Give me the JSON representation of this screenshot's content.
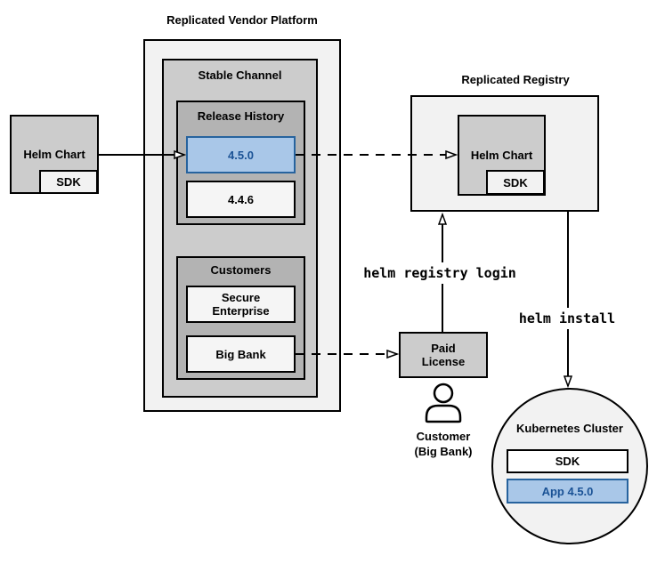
{
  "platform": {
    "title": "Replicated Vendor Platform",
    "stable_channel": {
      "label": "Stable Channel"
    },
    "release_history": {
      "label": "Release History",
      "releases": [
        {
          "version": "4.5.0",
          "highlighted": true
        },
        {
          "version": "4.4.6",
          "highlighted": false
        }
      ]
    },
    "customers": {
      "label": "Customers",
      "items": [
        {
          "lines": [
            "Secure",
            "Enterprise"
          ]
        },
        {
          "lines": [
            "Big Bank",
            ""
          ]
        }
      ]
    }
  },
  "source_chart": {
    "label": "Helm Chart",
    "sdk_label": "SDK"
  },
  "registry": {
    "title": "Replicated Registry",
    "helm_chart_label": "Helm Chart",
    "sdk_label": "SDK"
  },
  "paid_license": {
    "lines": [
      "Paid",
      "License"
    ]
  },
  "customer": {
    "lines": [
      "Customer",
      "(Big Bank)"
    ],
    "icon": "person-icon"
  },
  "kubernetes": {
    "title": "Kubernetes Cluster",
    "sdk_label": "SDK",
    "app_label": "App 4.5.0"
  },
  "commands": {
    "registry_login": "helm registry login",
    "install": "helm install"
  },
  "colors": {
    "highlight_fill": "#a9c7e8",
    "highlight_border": "#27639e",
    "highlight_text": "#1a5295",
    "box_gray": "#cccccc",
    "box_dark_gray": "#b3b3b3",
    "surface_light": "#f2f2f2",
    "item_light": "#f5f5f5",
    "line_black": "#000000"
  }
}
